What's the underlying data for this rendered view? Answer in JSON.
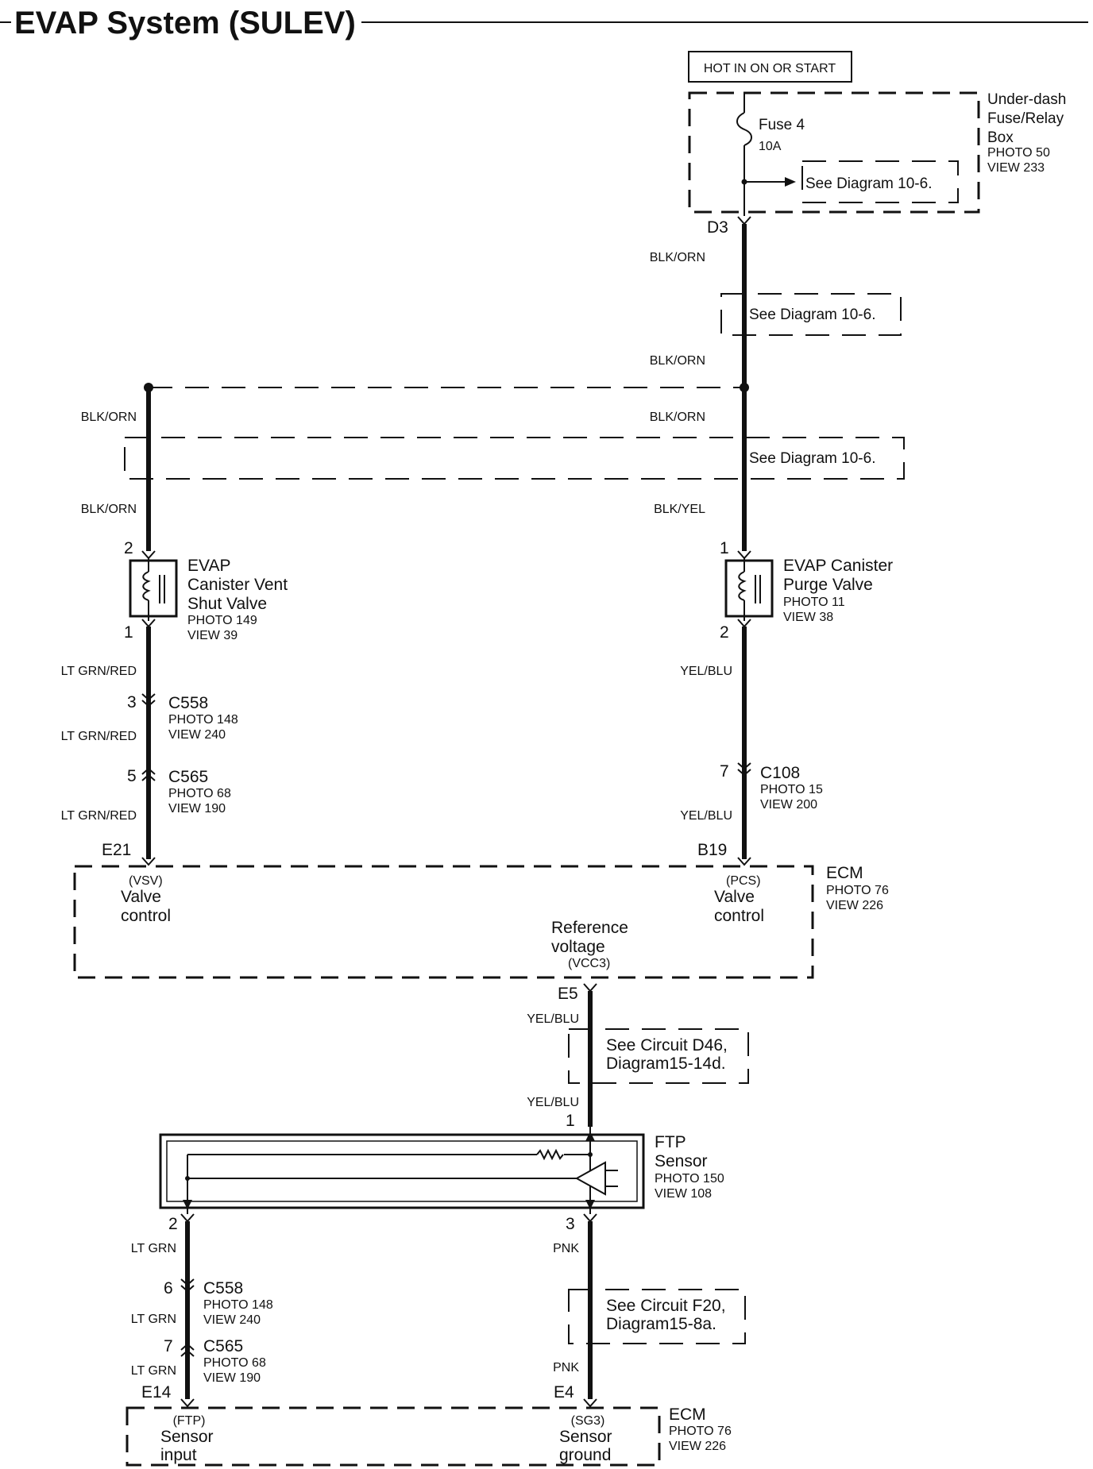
{
  "title": "EVAP System (SULEV)",
  "hot_label": "HOT IN ON OR START",
  "fuse_box": {
    "name1": "Under-dash",
    "name2": "Fuse/Relay",
    "name3": "Box",
    "photo": "PHOTO 50",
    "view": "VIEW 233"
  },
  "fuse": {
    "label": "Fuse 4",
    "rating": "10A"
  },
  "see_10_6": "See Diagram 10-6.",
  "see_10_6_b": "See Diagram 10-6.",
  "see_10_6_c": "See Diagram 10-6.",
  "d3": "D3",
  "wires": {
    "blk_orn_1": "BLK/ORN",
    "blk_orn_2": "BLK/ORN",
    "blk_orn_3": "BLK/ORN",
    "blk_orn_4": "BLK/ORN",
    "blk_orn_5": "BLK/ORN",
    "blk_yel": "BLK/YEL",
    "lt_grn_red_1": "LT GRN/RED",
    "lt_grn_red_2": "LT GRN/RED",
    "lt_grn_red_3": "LT GRN/RED",
    "yel_blu_1": "YEL/BLU",
    "yel_blu_2": "YEL/BLU",
    "yel_blu_3": "YEL/BLU",
    "yel_blu_4": "YEL/BLU",
    "lt_grn_1": "LT GRN",
    "lt_grn_2": "LT GRN",
    "lt_grn_3": "LT GRN",
    "pnk_1": "PNK",
    "pnk_2": "PNK"
  },
  "vent_valve": {
    "line1": "EVAP",
    "line2": "Canister Vent",
    "line3": "Shut Valve",
    "photo": "PHOTO 149",
    "view": "VIEW 39",
    "pin_top": "2",
    "pin_bot": "1"
  },
  "purge_valve": {
    "line1": "EVAP Canister",
    "line2": "Purge Valve",
    "photo": "PHOTO 11",
    "view": "VIEW 38",
    "pin_top": "1",
    "pin_bot": "2"
  },
  "c558_a": {
    "pin": "3",
    "name": "C558",
    "photo": "PHOTO 148",
    "view": "VIEW 240"
  },
  "c565_a": {
    "pin": "5",
    "name": "C565",
    "photo": "PHOTO 68",
    "view": "VIEW 190"
  },
  "c108": {
    "pin": "7",
    "name": "C108",
    "photo": "PHOTO 15",
    "view": "VIEW 200"
  },
  "e21": "E21",
  "b19": "B19",
  "ecm1": {
    "name": "ECM",
    "photo": "PHOTO 76",
    "view": "VIEW 226",
    "vsv_code": "(VSV)",
    "vsv_l1": "Valve",
    "vsv_l2": "control",
    "pcs_code": "(PCS)",
    "pcs_l1": "Valve",
    "pcs_l2": "control",
    "ref_l1": "Reference",
    "ref_l2": "voltage",
    "ref_code": "(VCC3)"
  },
  "e5": "E5",
  "see_d46": {
    "l1": "See Circuit D46,",
    "l2": "Diagram15-14d."
  },
  "ftp": {
    "l1": "FTP",
    "l2": "Sensor",
    "photo": "PHOTO 150",
    "view": "VIEW 108",
    "pin1": "1",
    "pin2": "2",
    "pin3": "3"
  },
  "c558_b": {
    "pin": "6",
    "name": "C558",
    "photo": "PHOTO 148",
    "view": "VIEW 240"
  },
  "c565_b": {
    "pin": "7",
    "name": "C565",
    "photo": "PHOTO 68",
    "view": "VIEW 190"
  },
  "see_f20": {
    "l1": "See Circuit F20,",
    "l2": "Diagram15-8a."
  },
  "e14": "E14",
  "e4": "E4",
  "ecm2": {
    "name": "ECM",
    "photo": "PHOTO 76",
    "view": "VIEW 226",
    "ftp_code": "(FTP)",
    "ftp_l1": "Sensor",
    "ftp_l2": "input",
    "sg3_code": "(SG3)",
    "sg3_l1": "Sensor",
    "sg3_l2": "ground"
  }
}
